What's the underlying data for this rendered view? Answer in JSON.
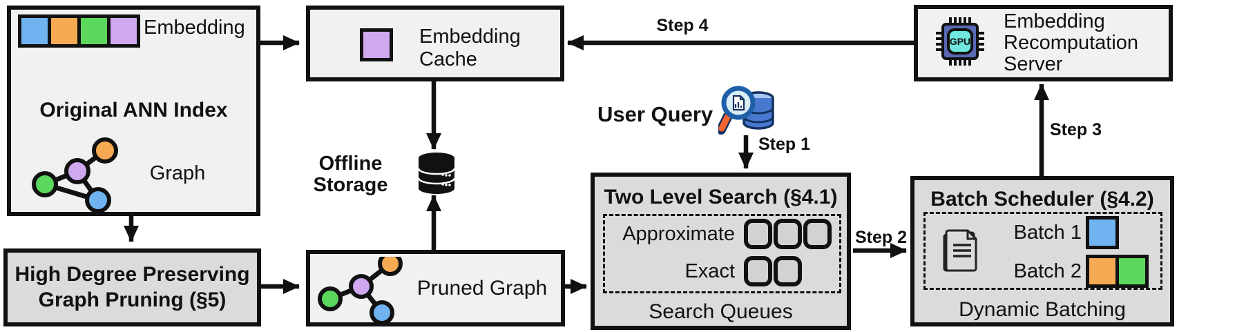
{
  "colors": {
    "blue": "#6FB3F1",
    "orange": "#F6AA54",
    "green": "#5BD75B",
    "purple": "#CFA8F0",
    "box_light": "#F1F1F1",
    "box_dark": "#DBDBDB",
    "slot_fill": "#D2D2D2",
    "outline": "#111111",
    "gpu_body": "#5A68B5",
    "gpu_core": "#70E6DC",
    "query_handle": "#F26430",
    "query_ring": "#1F5FA8",
    "query_lens": "#D9EFF8",
    "query_db_light": "#A9C7F2",
    "query_db_dark": "#4878D0",
    "query_outline": "#12315E"
  },
  "ann_index": {
    "title": "Original ANN Index",
    "embedding_label": "Embedding",
    "graph_label": "Graph"
  },
  "embedding_cache": {
    "line1": "Embedding",
    "line2": "Cache"
  },
  "offline_storage": {
    "line1": "Offline",
    "line2": "Storage"
  },
  "high_degree_pruning": {
    "line1": "High Degree Preserving",
    "line2": "Graph Pruning (§5)"
  },
  "pruned_graph": {
    "label": "Pruned Graph"
  },
  "user_query": {
    "label": "User Query"
  },
  "two_level_search": {
    "title": "Two Level Search (§4.1)",
    "row1_label": "Approximate",
    "row2_label": "Exact",
    "caption": "Search Queues"
  },
  "batch_scheduler": {
    "title": "Batch Scheduler (§4.2)",
    "batch1_label": "Batch 1",
    "batch2_label": "Batch 2",
    "caption": "Dynamic Batching"
  },
  "recomputation_server": {
    "line1": "Embedding",
    "line2": "Recomputation",
    "line3": "Server",
    "gpu_label": "GPU"
  },
  "steps": {
    "step1": "Step 1",
    "step2": "Step 2",
    "step3": "Step 3",
    "step4": "Step 4"
  }
}
